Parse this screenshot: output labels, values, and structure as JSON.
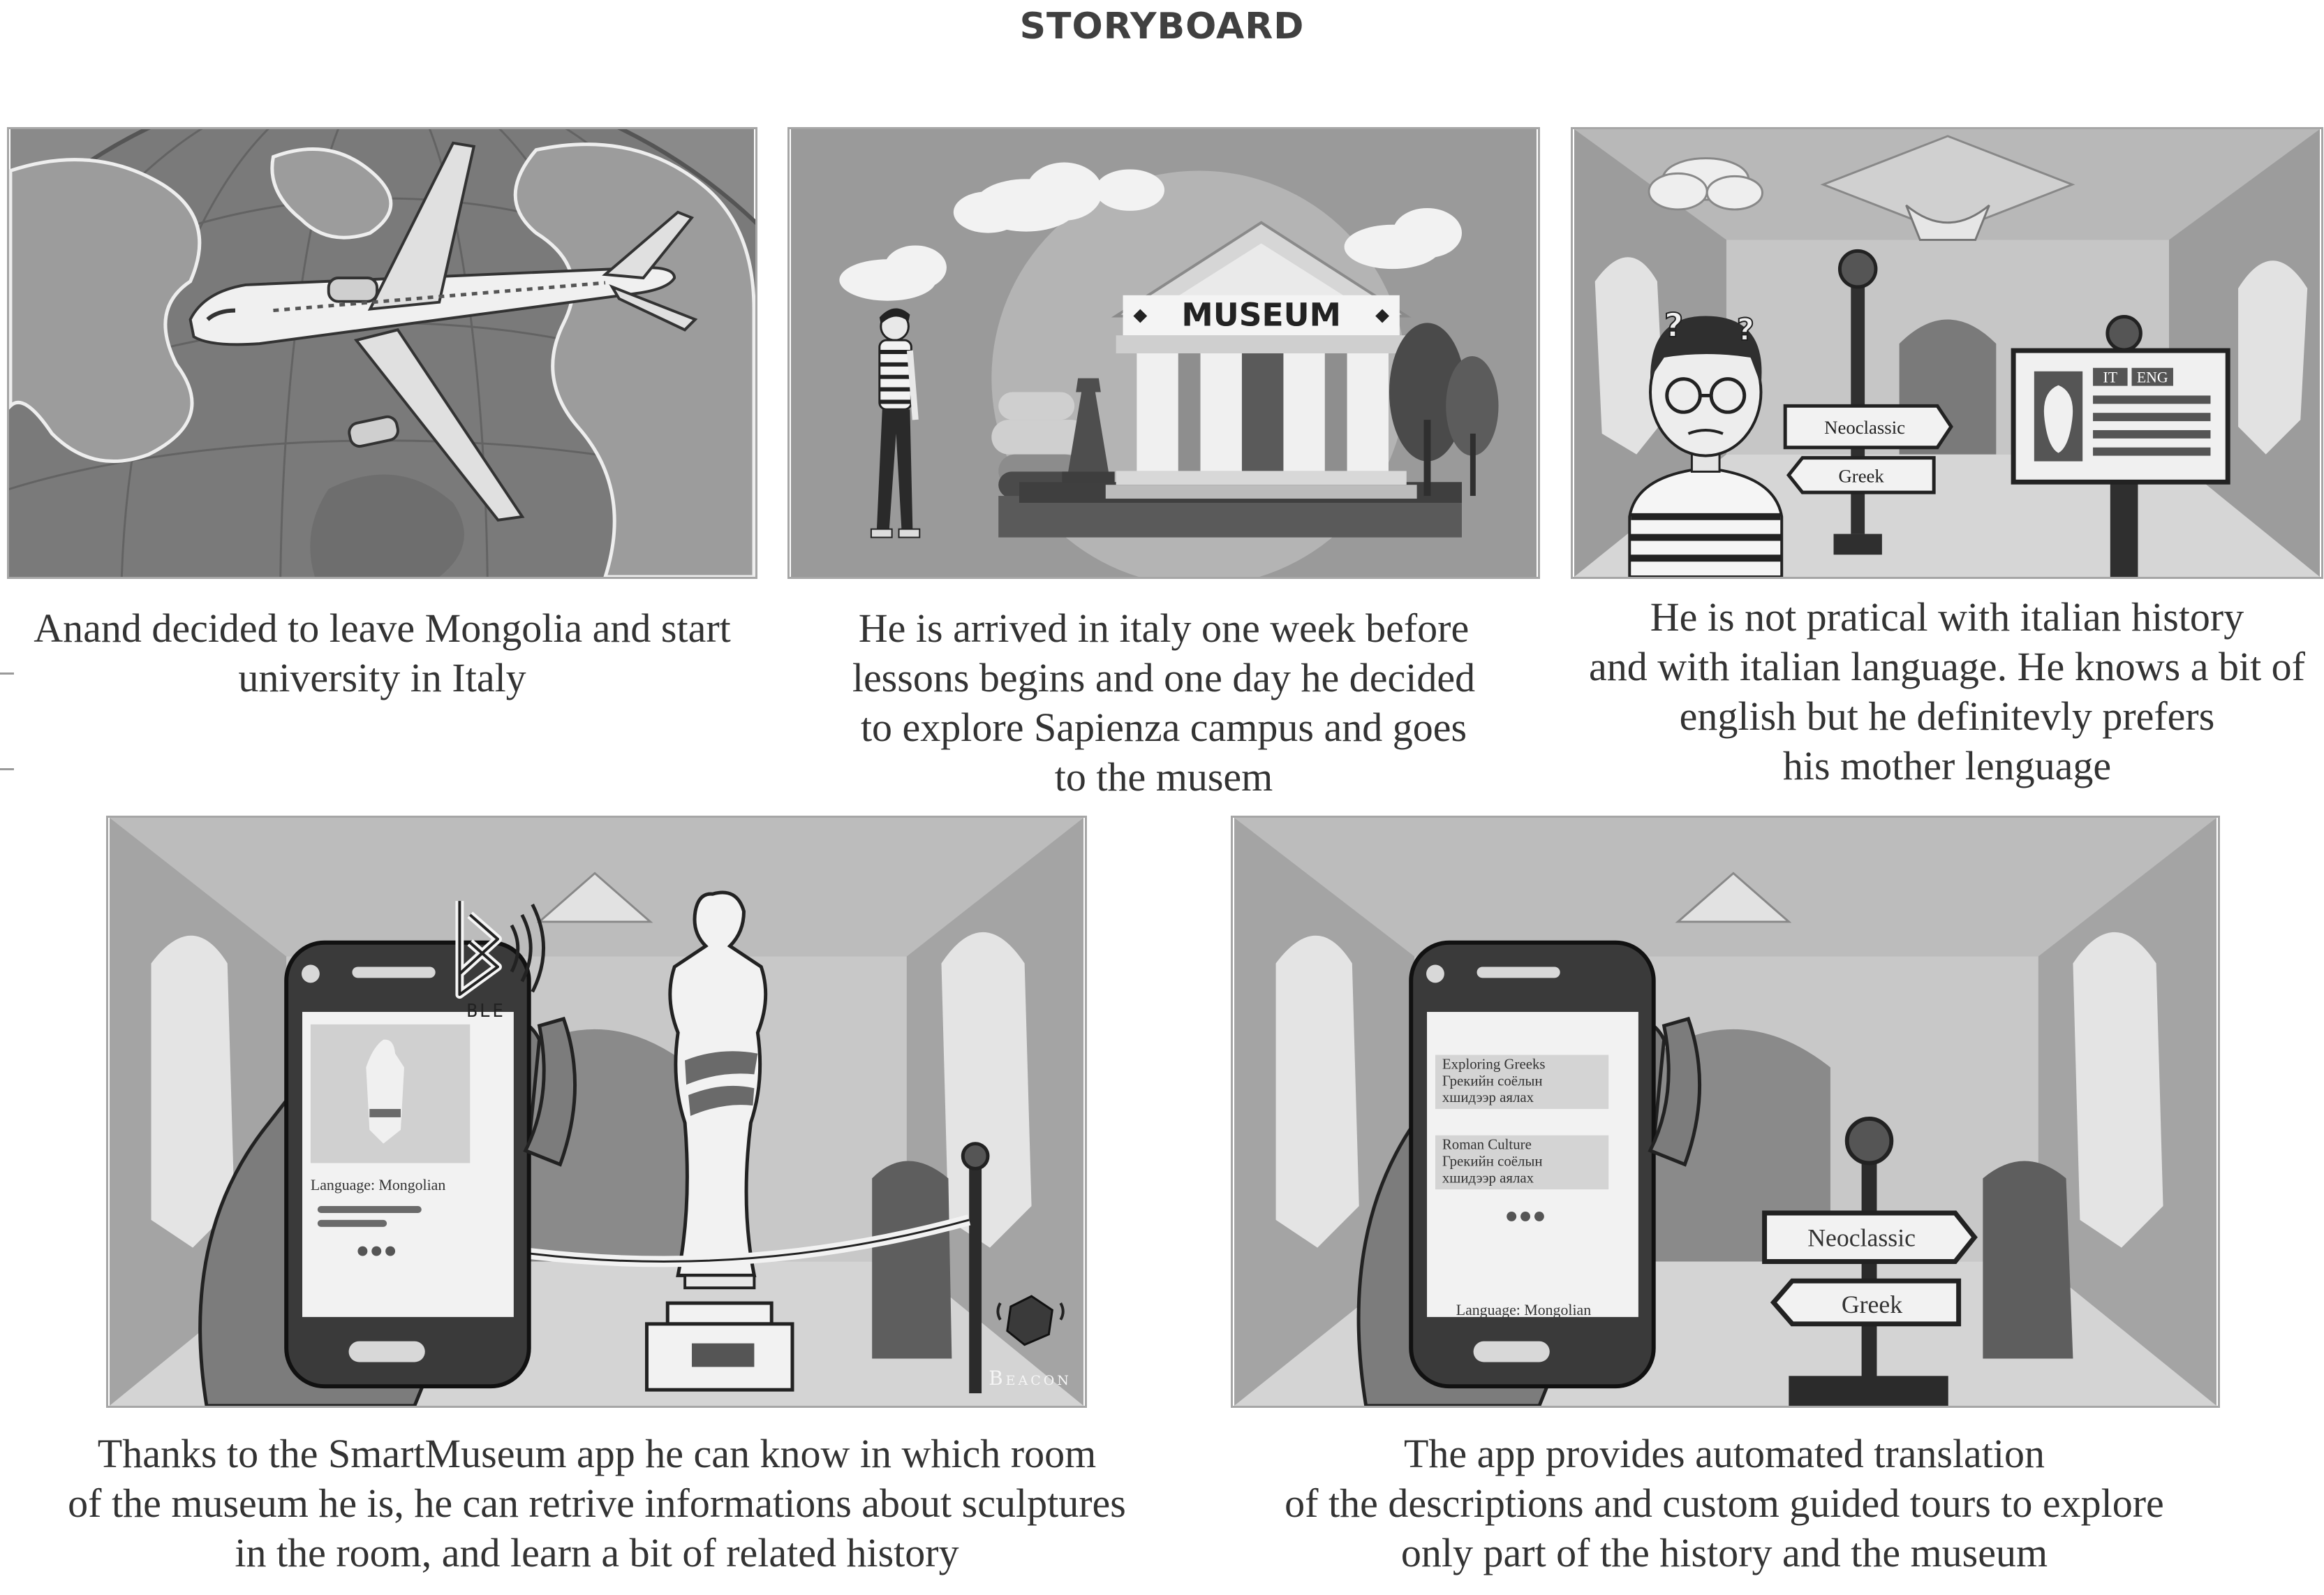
{
  "page": {
    "title": "STORYBOARD"
  },
  "panels": [
    {
      "caption_lines": [
        "Anand decided to leave Mongolia and start",
        "university in Italy"
      ]
    },
    {
      "sign_text": "MUSEUM",
      "caption_lines": [
        "He is arrived in italy one week before",
        "lessons begins and one day he decided",
        "to explore Sapienza campus and goes",
        "to the musem"
      ]
    },
    {
      "signpost": [
        "Neoclassic",
        "Greek"
      ],
      "board_tabs": [
        "IT",
        "ENG"
      ],
      "caption_lines": [
        "He is not pratical with italian history",
        "and with italian language. He knows a bit of",
        "english but he definitevly prefers",
        "his mother lenguage"
      ]
    },
    {
      "ble_label": "BLE",
      "phone_language": "Language: Mongolian",
      "beacon_label": "Beacon",
      "caption_lines": [
        "Thanks to the SmartMuseum app he can know in which room",
        "of the museum he is, he can retrive informations about sculptures",
        "in the room, and learn a bit of related history"
      ]
    },
    {
      "tours": [
        {
          "title": "Exploring Greeks",
          "line1": "Грекийн соёлын",
          "line2": "хшидээр аялах"
        },
        {
          "title": "Roman Culture",
          "line1": "Грекийн соёлын",
          "line2": "хшидээр аялах"
        }
      ],
      "phone_language": "Language: Mongolian",
      "signpost": [
        "Neoclassic",
        "Greek"
      ],
      "caption_lines": [
        "The app provides automated translation",
        "of the descriptions and custom guided tours to explore",
        "only part of the history and the museum"
      ]
    }
  ]
}
